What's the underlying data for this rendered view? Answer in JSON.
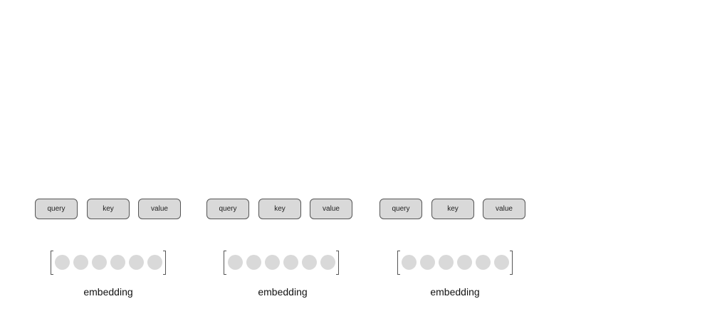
{
  "groups": [
    {
      "query_label": "query",
      "key_label": "key",
      "value_label": "value",
      "embedding_label": "embedding",
      "embedding_dims": 6
    },
    {
      "query_label": "query",
      "key_label": "key",
      "value_label": "value",
      "embedding_label": "embedding",
      "embedding_dims": 6
    },
    {
      "query_label": "query",
      "key_label": "key",
      "value_label": "value",
      "embedding_label": "embedding",
      "embedding_dims": 6
    }
  ],
  "colors": {
    "box_fill": "#d9d9d9",
    "box_border": "#555555",
    "dot_fill": "#d9d9d9"
  }
}
